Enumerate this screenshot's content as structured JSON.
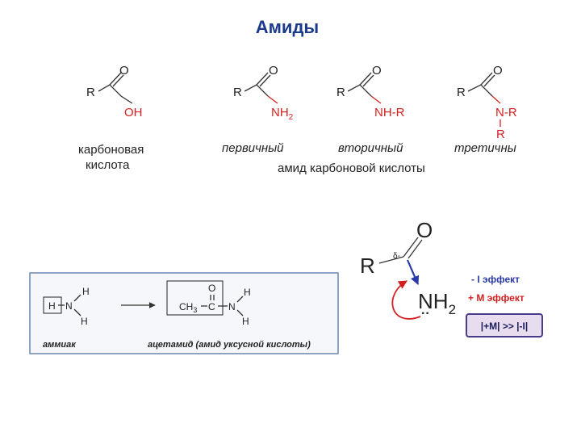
{
  "title": "Амиды",
  "structures": {
    "r": "R",
    "o": "O",
    "oh": "OH",
    "nh": "NH",
    "sub2": "2",
    "nhr": "NH-R",
    "nr": "N-R"
  },
  "labels": {
    "acid_line1": "карбоновая",
    "acid_line2": "кислота",
    "primary": "первичный",
    "secondary": "вторичный",
    "tertiary": "третичны",
    "amide_caption": "амид карбоновой кислоты"
  },
  "box": {
    "h": "H",
    "n": "N",
    "ch": "CH",
    "sub3": "3",
    "c": "C",
    "o": "O",
    "ammonia": "аммиак",
    "acetamide": "ацетамид (амид уксусной кислоты)"
  },
  "resonance": {
    "r": "R",
    "o": "O",
    "delta": "δ-",
    "nh": "NH",
    "sub2": "2",
    "lone_pair": "··",
    "minus_i": "- I эффект",
    "plus_m": "+ M эффект",
    "comparison": "|+M| >> |-I|"
  },
  "colors": {
    "title": "#1c3a8c",
    "accent_red": "#d41f1f",
    "accent_blue": "#2a3aa8",
    "box_border": "#6c86b3",
    "box_fill": "#f6f7fa",
    "compare_fill": "#e7ddef",
    "compare_border": "#4a3a8a"
  }
}
